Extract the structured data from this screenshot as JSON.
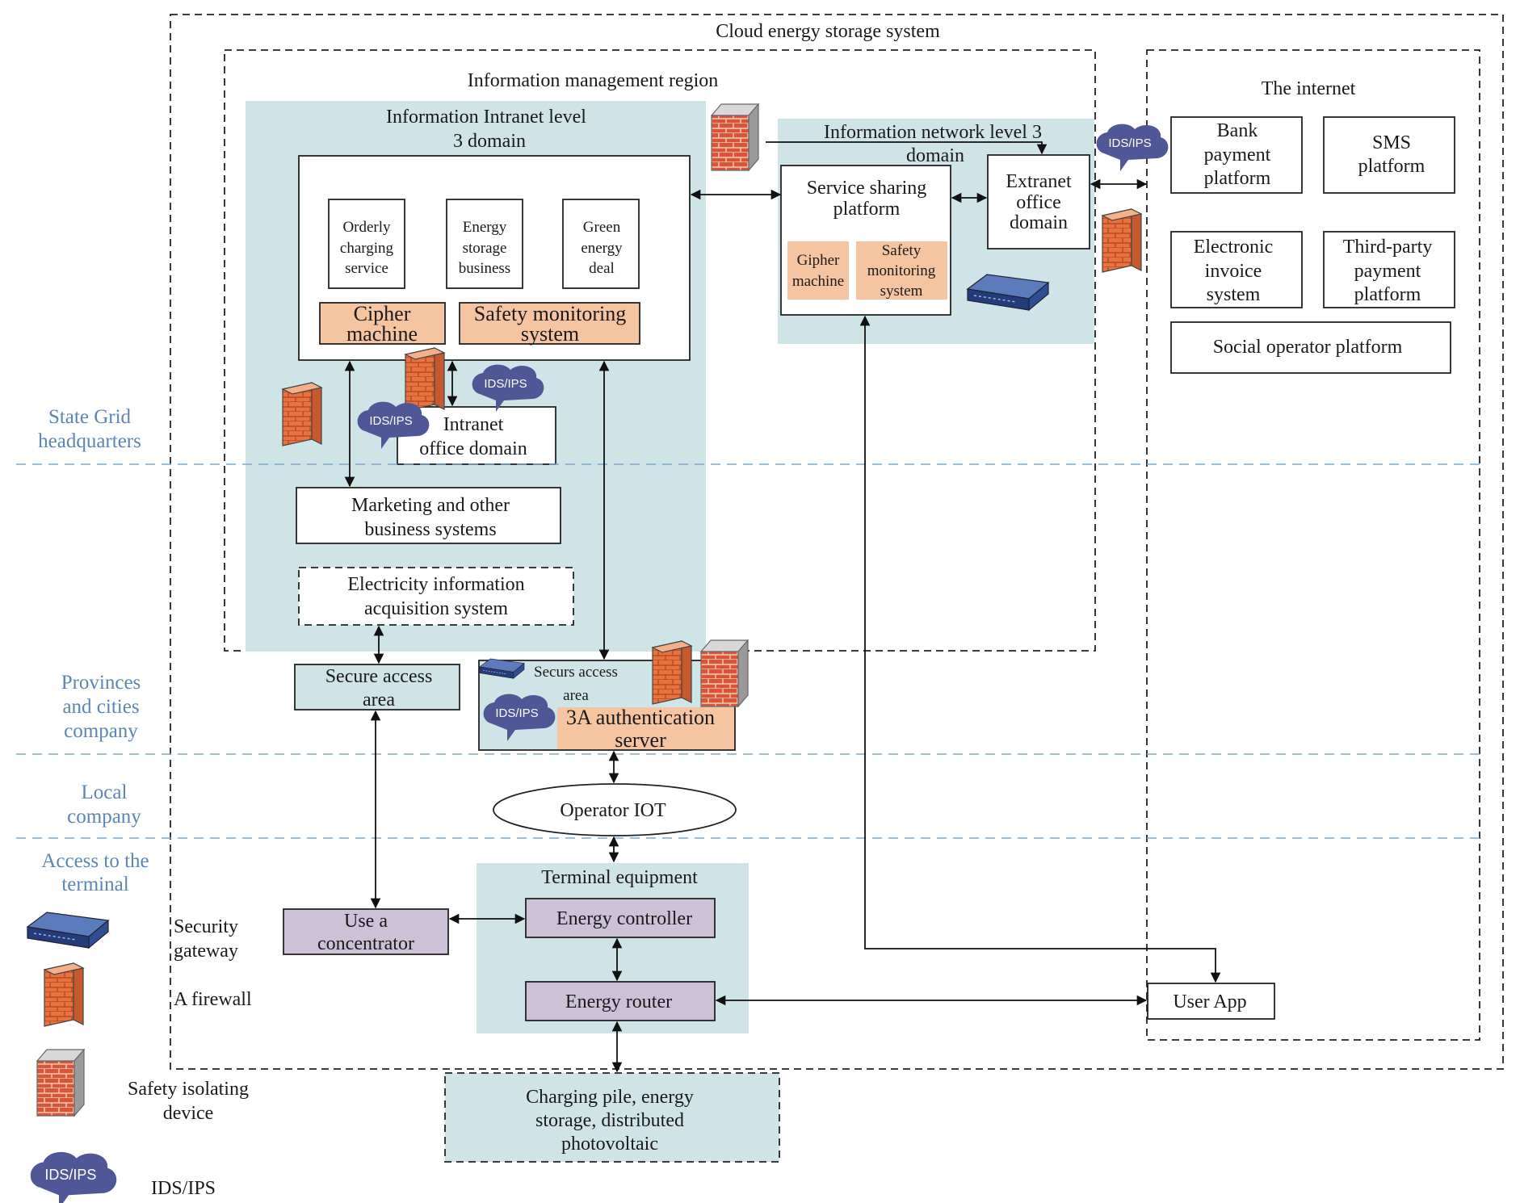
{
  "title": "Cloud energy storage system",
  "info_region": {
    "title": "Information management region",
    "intranet_domain": {
      "title_line1": "Information Intranet level",
      "title_line2": "3 domain",
      "apps": [
        {
          "l1": "Orderly",
          "l2": "charging",
          "l3": "service"
        },
        {
          "l1": "Energy",
          "l2": "storage",
          "l3": "business"
        },
        {
          "l1": "Green",
          "l2": "energy",
          "l3": "deal"
        }
      ],
      "cipher": {
        "l1": "Cipher",
        "l2": "machine"
      },
      "safety": {
        "l1": "Safety monitoring",
        "l2": "system"
      }
    },
    "intranet_office": {
      "l1": "Intranet",
      "l2": "office domain"
    },
    "marketing": {
      "l1": "Marketing and other",
      "l2": "business systems"
    },
    "electricity": {
      "l1": "Electricity information",
      "l2": "acquisition system"
    },
    "network_domain": {
      "title_line1": "Information network level 3",
      "title_line2": "domain",
      "service_sharing": {
        "l1": "Service sharing",
        "l2": "platform"
      },
      "gipher": {
        "l1": "Gipher",
        "l2": "machine"
      },
      "safety": {
        "l1": "Safety",
        "l2": "monitoring",
        "l3": "system"
      },
      "extranet": {
        "l1": "Extranet",
        "l2": "office",
        "l3": "domain"
      }
    }
  },
  "internet": {
    "title": "The internet",
    "bank": {
      "l1": "Bank",
      "l2": "payment",
      "l3": "platform"
    },
    "sms": {
      "l1": "SMS",
      "l2": "platform"
    },
    "invoice": {
      "l1": "Electronic",
      "l2": "invoice",
      "l3": "system"
    },
    "thirdparty": {
      "l1": "Third-party",
      "l2": "payment",
      "l3": "platform"
    },
    "social": "Social operator platform",
    "user_app": "User App"
  },
  "tiers": {
    "hq": {
      "l1": "State Grid",
      "l2": "headquarters"
    },
    "provinces": {
      "l1": "Provinces",
      "l2": "and cities",
      "l3": "company"
    },
    "local": {
      "l1": "Local",
      "l2": "company"
    },
    "terminal": {
      "l1": "Access to the",
      "l2": "terminal"
    }
  },
  "secure_left": {
    "l1": "Secure access",
    "l2": "area"
  },
  "secure_right": {
    "l1": "Securs access",
    "l2": "area"
  },
  "auth": {
    "l1": "3A authentication",
    "l2": "server"
  },
  "operator_iot": "Operator IOT",
  "terminal_equipment": {
    "title": "Terminal equipment",
    "controller": "Energy controller",
    "router": "Energy router"
  },
  "concentrator": {
    "l1": "Use a",
    "l2": "concentrator"
  },
  "charging": {
    "l1": "Charging pile, energy",
    "l2": "storage, distributed",
    "l3": "photovoltaic"
  },
  "ids_label": "IDS/IPS",
  "legend": {
    "gateway": {
      "l1": "Security",
      "l2": "gateway"
    },
    "firewall": "A firewall",
    "isolating": {
      "l1": "Safety isolating",
      "l2": "device"
    },
    "ids": "IDS/IPS"
  },
  "colors": {
    "teal": "#cfe4e7",
    "orange": "#f5c4a1",
    "purple": "#ccc1d7",
    "tier_text": "#5b85b5",
    "ids_cloud": "#4f5797",
    "firewall": "#e06a3a"
  }
}
